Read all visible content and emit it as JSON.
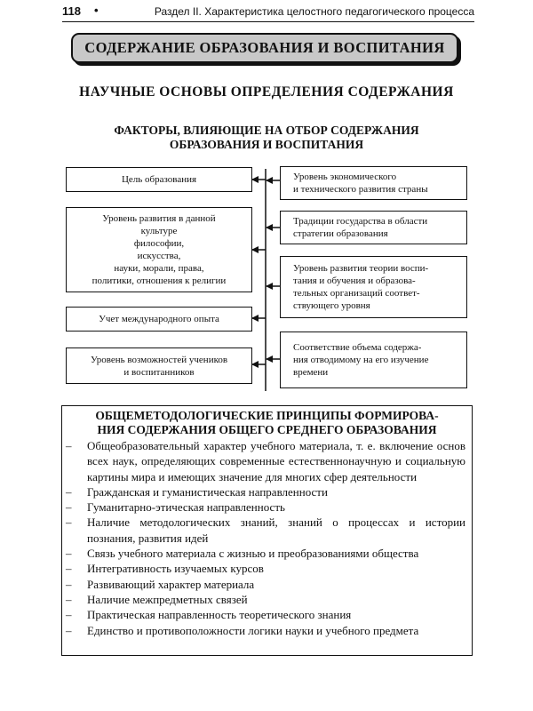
{
  "header": {
    "page_number": "118",
    "separator": "•",
    "running_head": "Раздел II. Характеристика целостного педагогического процесса"
  },
  "chapter_title": "СОДЕРЖАНИЕ ОБРАЗОВАНИЯ И ВОСПИТАНИЯ",
  "section_title": "НАУЧНЫЕ ОСНОВЫ ОПРЕДЕЛЕНИЯ СОДЕРЖАНИЯ",
  "factors": {
    "title_line1": "ФАКТОРЫ, ВЛИЯЮЩИЕ НА ОТБОР СОДЕРЖАНИЯ",
    "title_line2": "ОБРАЗОВАНИЯ И ВОСПИТАНИЯ",
    "left": [
      [
        "Цель образования"
      ],
      [
        "Уровень развития в данной",
        "культуре",
        "философии,",
        "искусства,",
        "науки, морали, права,",
        "политики, отношения к религии"
      ],
      [
        "Учет международного опыта"
      ],
      [
        "Уровень возможностей учеников",
        "и воспитанников"
      ]
    ],
    "right": [
      [
        "Уровень экономического",
        "и технического развития страны"
      ],
      [
        "Традиции государства в области",
        "стратегии образования"
      ],
      [
        "Уровень развития теории воспи-",
        "тания и обучения и образова-",
        "тельных организаций соответ-",
        "ствующего уровня"
      ],
      [
        "Соответствие объема содержа-",
        "ния отводимому на его изучение",
        "времени"
      ]
    ]
  },
  "principles": {
    "title_line1": "ОБЩЕМЕТОДОЛОГИЧЕСКИЕ ПРИНЦИПЫ ФОРМИРОВА-",
    "title_line2": "НИЯ СОДЕРЖАНИЯ ОБЩЕГО СРЕДНЕГО ОБРАЗОВАНИЯ",
    "dash": "–",
    "items": [
      "Общеобразовательный характер учебного материала, т. е. включение основ всех наук, определяющих современные естественнонаучную и социальную картины мира и имеющих значение для многих сфер деятельности",
      "Гражданская и гуманистическая направленности",
      "Гуманитарно-этическая направленность",
      "Наличие методологических знаний, знаний о процессах и истории познания, развития идей",
      "Связь учебного материала с жизнью и преобразованиями общества",
      "Интегративность изучаемых курсов",
      "Развивающий характер материала",
      "Наличие межпредметных связей",
      "Практическая направленность теоретического знания",
      "Единство и противоположности логики науки и учебного предмета"
    ]
  }
}
